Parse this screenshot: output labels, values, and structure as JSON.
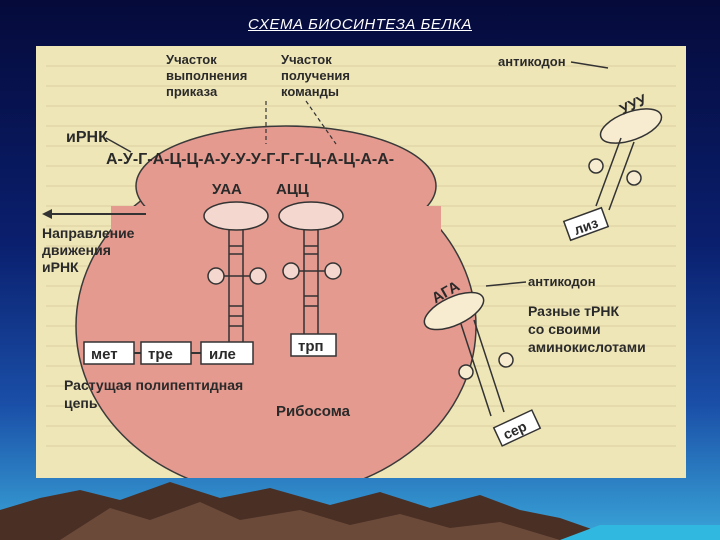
{
  "title": "СХЕМА БИОСИНТЕЗА БЕЛКА",
  "labels": {
    "site_exec_1": "Участок",
    "site_exec_2": "выполнения",
    "site_exec_3": "приказа",
    "site_recv_1": "Участок",
    "site_recv_2": "получения",
    "site_recv_3": "команды",
    "mrna": "иРНК",
    "sequence": "А-У-Г-А-Ц-Ц-А-У-У-У-Г-Г-Г-Ц-А-Ц-А-А-",
    "codon_left": "УАА",
    "codon_right": "АЦЦ",
    "direction_1": "Направление",
    "direction_2": "движения",
    "direction_3": "иРНК",
    "anticodon_top": "антикодон",
    "anticodon_mid": "антикодон",
    "trna_top_anticodon": "УУУ",
    "trna_mid_anticodon": "АГА",
    "aa_liz": "лиз",
    "aa_ser": "сер",
    "various_1": "Разные тРНК",
    "various_2": "со своими",
    "various_3": "аминокислотами",
    "chain_met": "мет",
    "chain_tre": "тре",
    "chain_ile": "иле",
    "chain_trp": "трп",
    "growing_1": "Растущая полипептидная",
    "growing_2": "цепь",
    "ribosome": "Рибосома"
  },
  "colors": {
    "ribosome_fill": "#e49a8f",
    "panel_bg": "#efe6b8",
    "outline": "#3a3a3a"
  }
}
